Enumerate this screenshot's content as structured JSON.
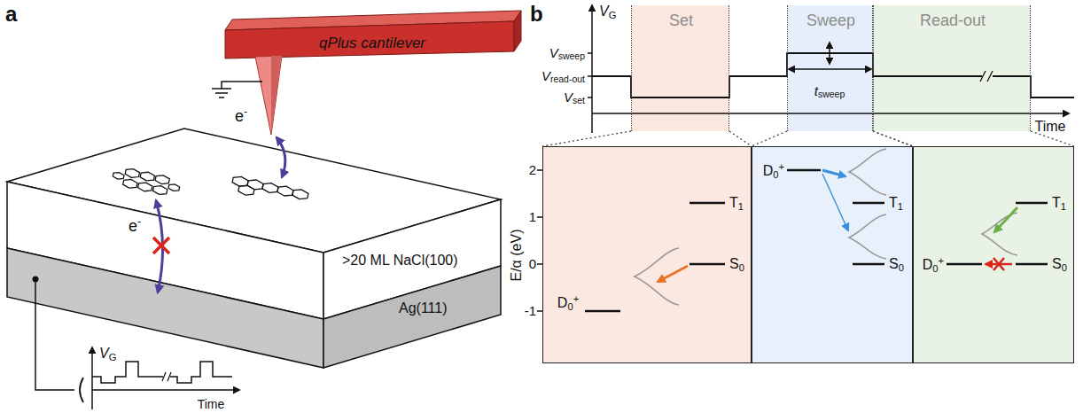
{
  "diagram": {
    "nodes": [
      {
        "text": [
          "qPlus cantilever"
        ]
      },
      {
        "text": [
          ">20 ML NaCl(100)"
        ]
      },
      {
        "text": [
          "Ag(111)"
        ]
      },
      {
        "text": [
          "Set"
        ]
      },
      {
        "text": [
          "Sweep"
        ]
      },
      {
        "text": [
          "Read-out"
        ]
      },
      {
        "text": [
          "D0+",
          "S0",
          "T1"
        ]
      },
      {
        "text": [
          "D0+",
          "T1",
          "S0"
        ]
      },
      {
        "text": [
          "T1",
          "D0+",
          "S0"
        ]
      }
    ],
    "edges": [
      {
        "from": 3,
        "to": 6,
        "arrow": "none"
      },
      {
        "from": 4,
        "to": 7,
        "arrow": "none"
      },
      {
        "from": 5,
        "to": 8,
        "arrow": "none"
      }
    ],
    "labels": [
      "a",
      "e-",
      "e-",
      "VG",
      "Time",
      "b",
      "VG",
      "Vsweep",
      "Vread-out",
      "Vset",
      "tsweep",
      "Time",
      "E/α (eV)",
      "2",
      "1",
      "0",
      "-1"
    ]
  }
}
